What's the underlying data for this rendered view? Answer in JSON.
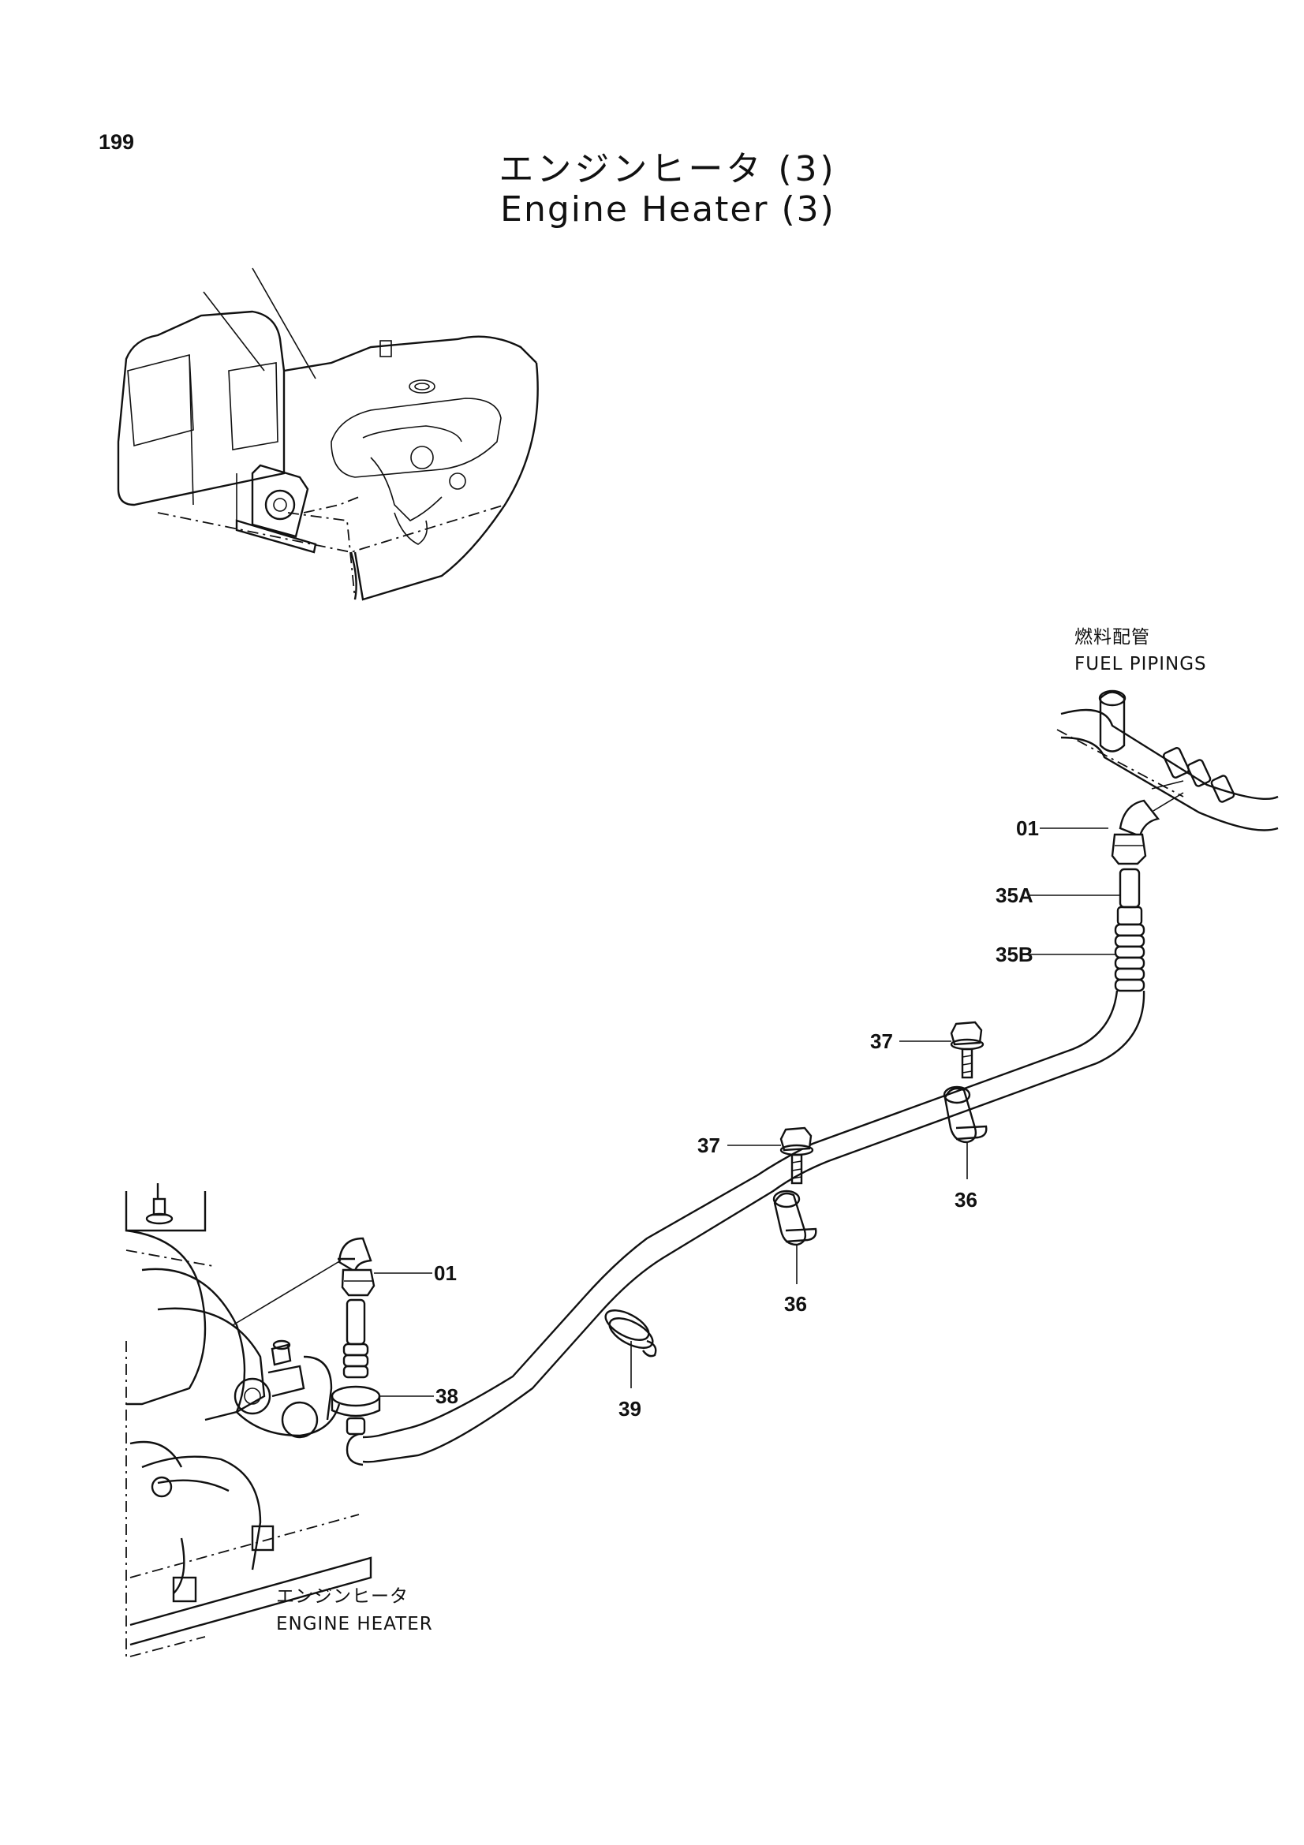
{
  "page": {
    "number": "199",
    "title_jp": "エンジンヒータ (3)",
    "title_en": "Engine Heater (3)"
  },
  "captions": {
    "fuel_jp": "燃料配管",
    "fuel_en": "FUEL PIPINGS",
    "heater_jp": "エンジンヒータ",
    "heater_en": "ENGINE HEATER"
  },
  "callouts": {
    "elbow_top": "01",
    "nipple": "35A",
    "hose_end": "35B",
    "bolt_right": "37",
    "bolt_left": "37",
    "clamp_right": "36",
    "clamp_left": "36",
    "elbow_bottom": "01",
    "adapter": "38",
    "band": "39"
  }
}
